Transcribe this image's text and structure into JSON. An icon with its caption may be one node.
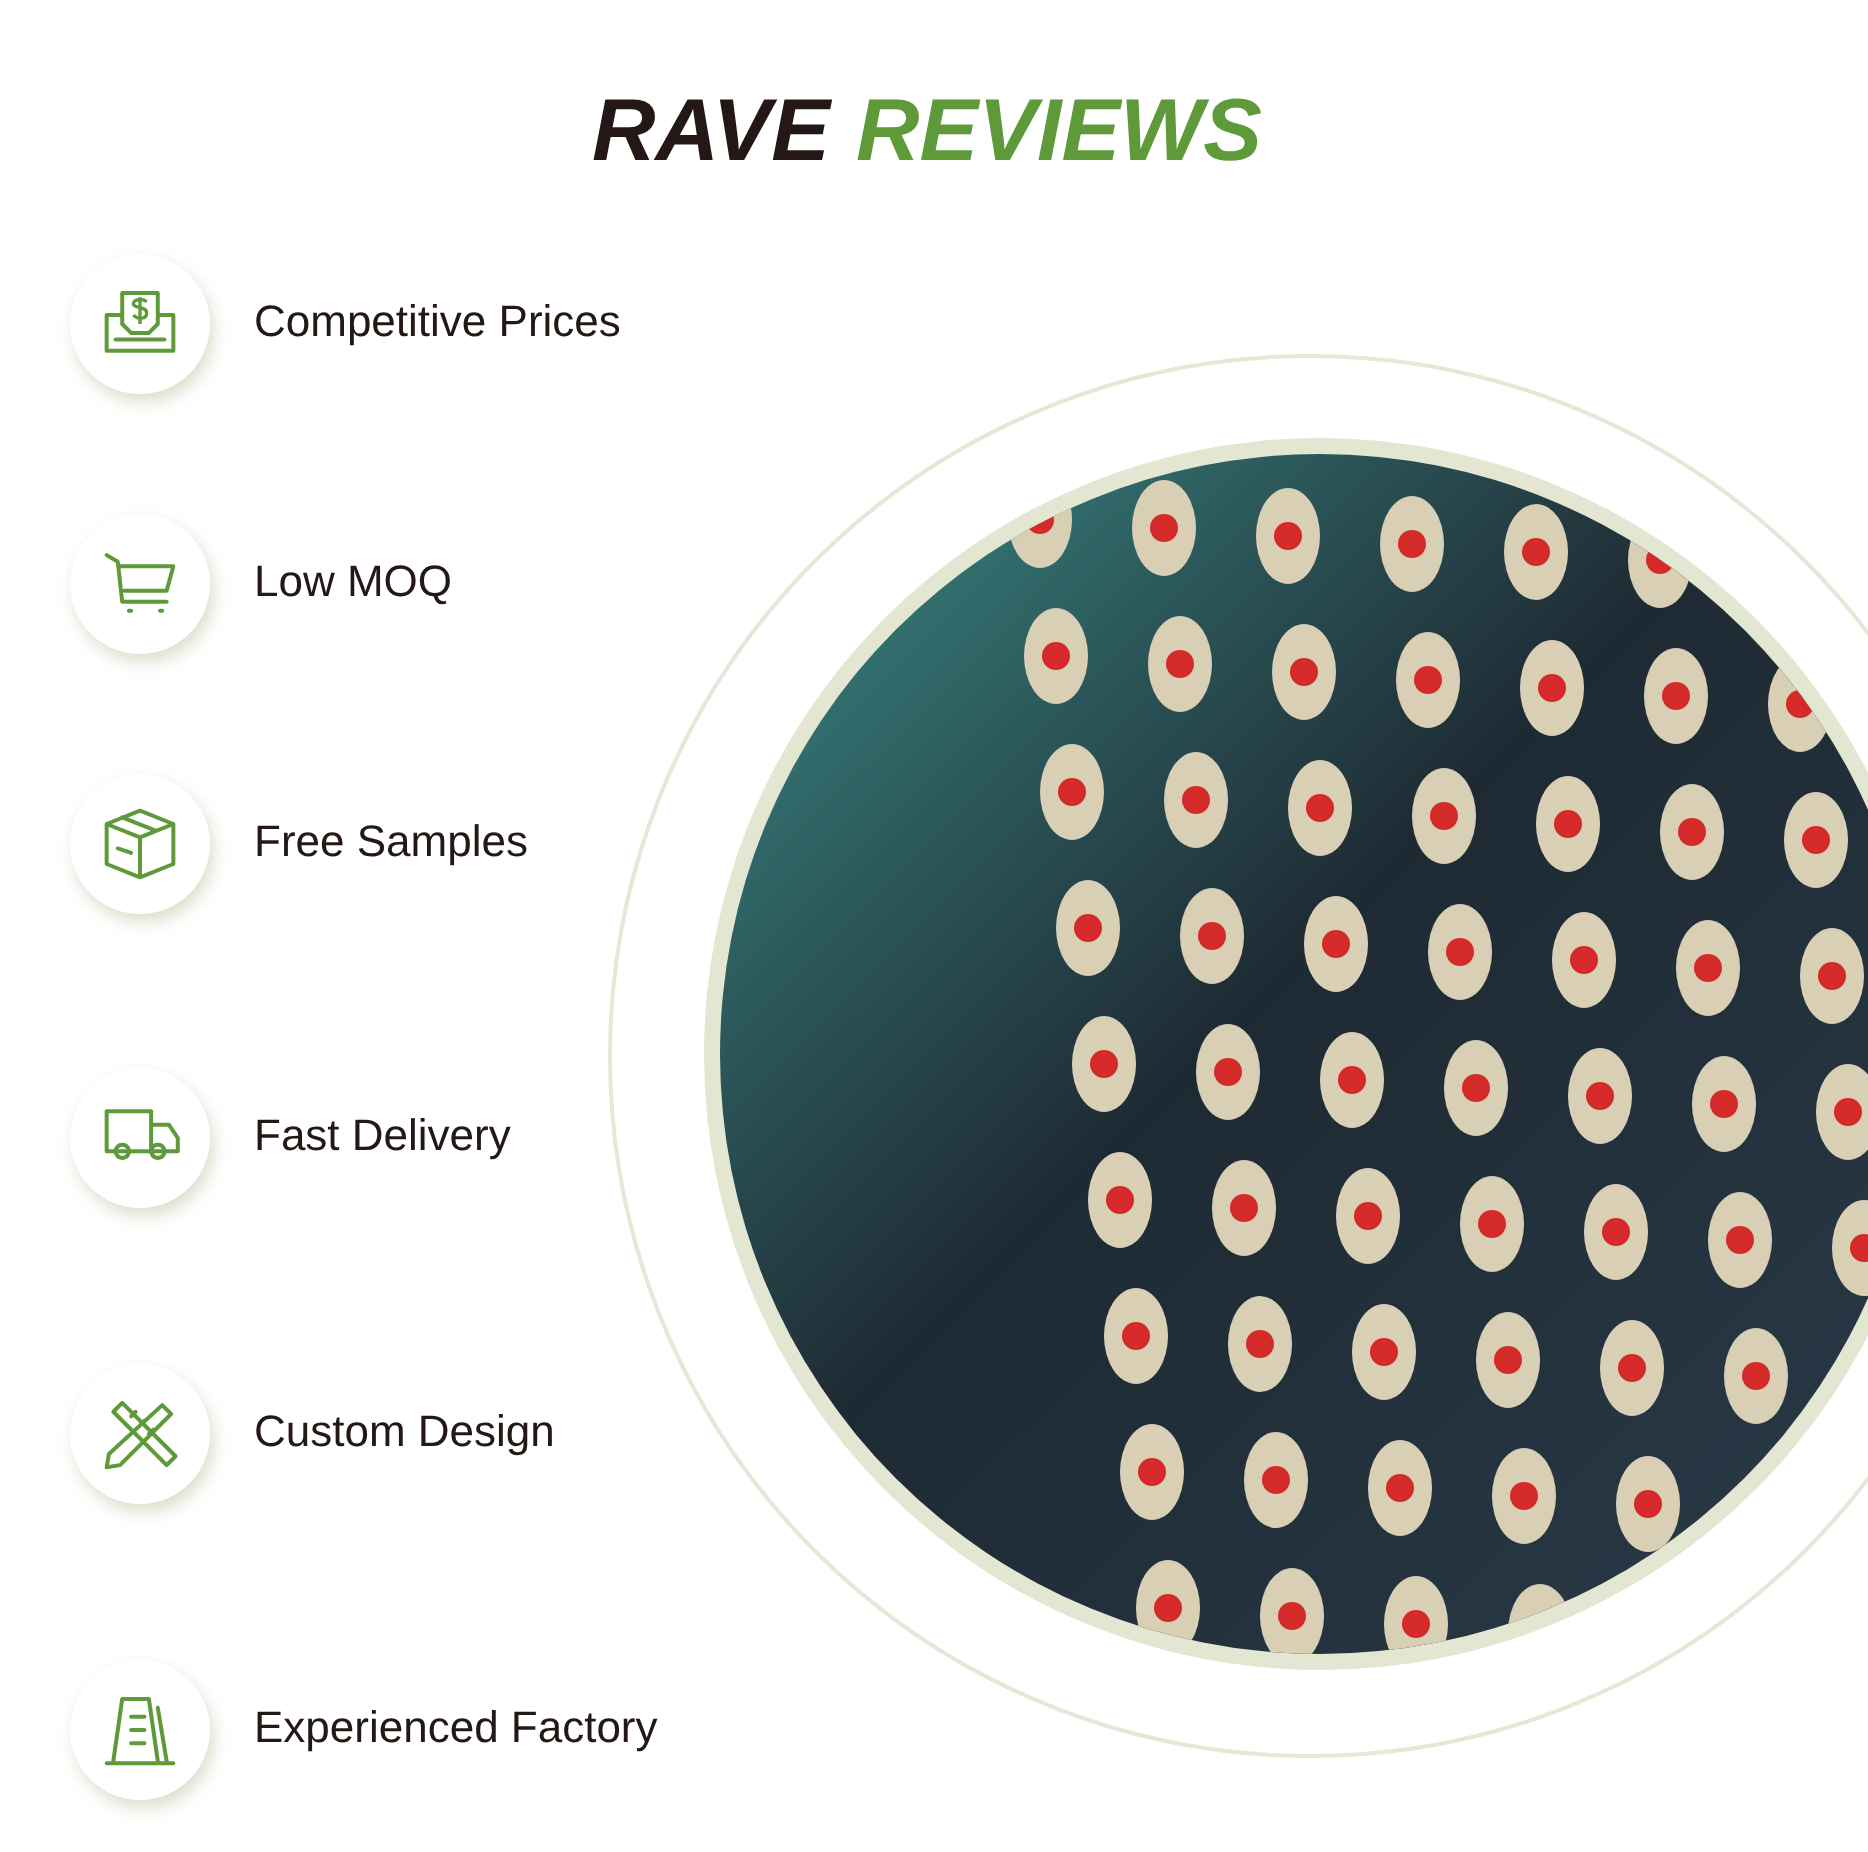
{
  "diagram": {
    "labels": [
      "RAVE",
      "REVIEWS",
      "Competitive Prices",
      "Low MOQ",
      "Free Samples",
      "Fast Delivery",
      "Custom Design",
      "Experienced Factory"
    ]
  }
}
